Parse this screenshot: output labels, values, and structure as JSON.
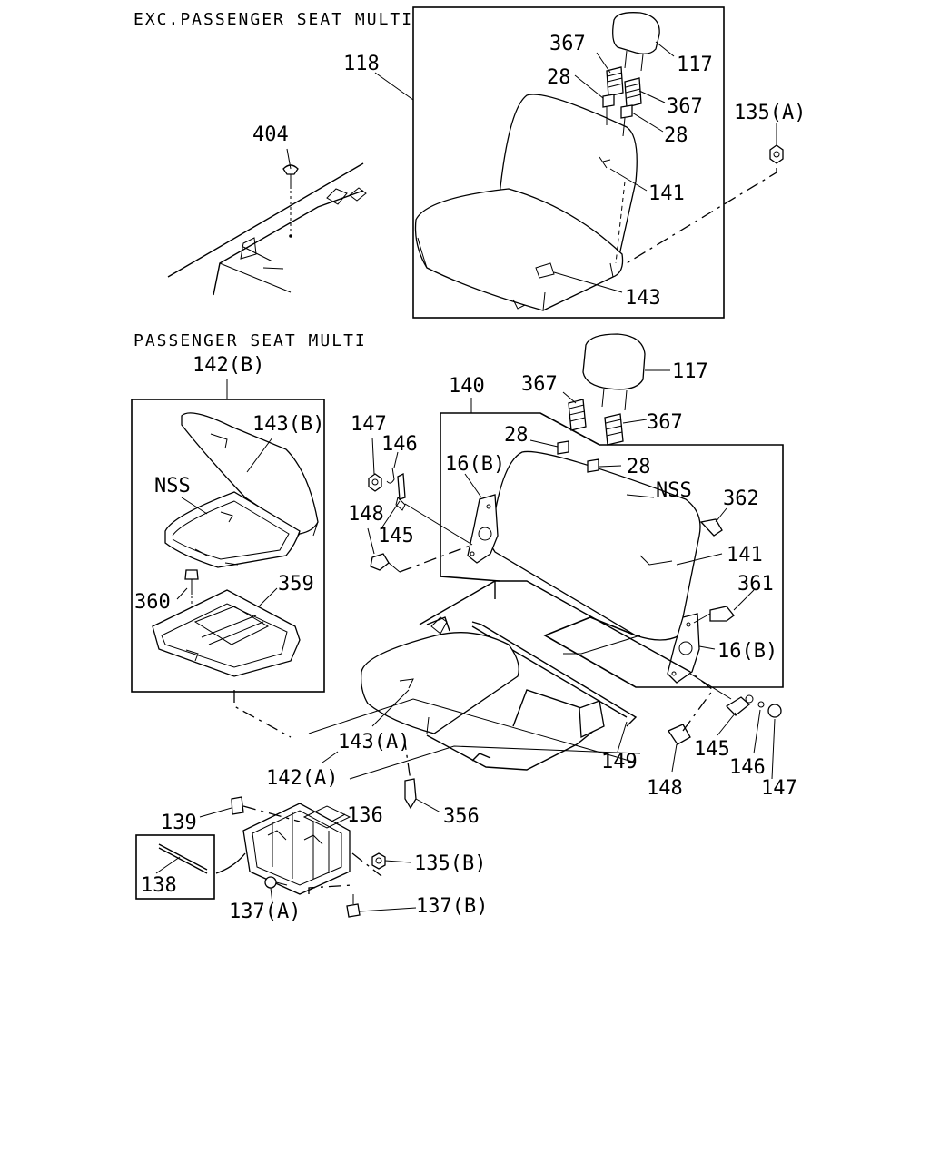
{
  "sections": {
    "exc_title": "EXC.PASSENGER SEAT MULTI",
    "multi_title": "PASSENGER SEAT MULTI"
  },
  "callouts": {
    "c118": "118",
    "c404": "404",
    "c367a": "367",
    "c117a": "117",
    "c28a": "28",
    "c367b": "367",
    "c28b": "28",
    "c135a": "135(A)",
    "c141a": "141",
    "c143a": "143",
    "c142b": "142(B)",
    "c143b": "143(B)",
    "nss1": "NSS",
    "c360": "360",
    "c359": "359",
    "c140": "140",
    "c367c": "367",
    "c117b": "117",
    "c28c": "28",
    "c367d": "367",
    "c28d": "28",
    "c147a": "147",
    "c146a": "146",
    "c16b_left": "16(B)",
    "c148a": "148",
    "c145a": "145",
    "nss2": "NSS",
    "c362": "362",
    "c141b": "141",
    "c361": "361",
    "c16b_right": "16(B)",
    "c143a_seat": "143(A)",
    "c142a": "142(A)",
    "c149": "149",
    "c145b": "145",
    "c146b": "146",
    "c147b": "147",
    "c148b": "148",
    "c139": "139",
    "c136": "136",
    "c356": "356",
    "c138": "138",
    "c135b": "135(B)",
    "c137a": "137(A)",
    "c137b": "137(B)"
  }
}
